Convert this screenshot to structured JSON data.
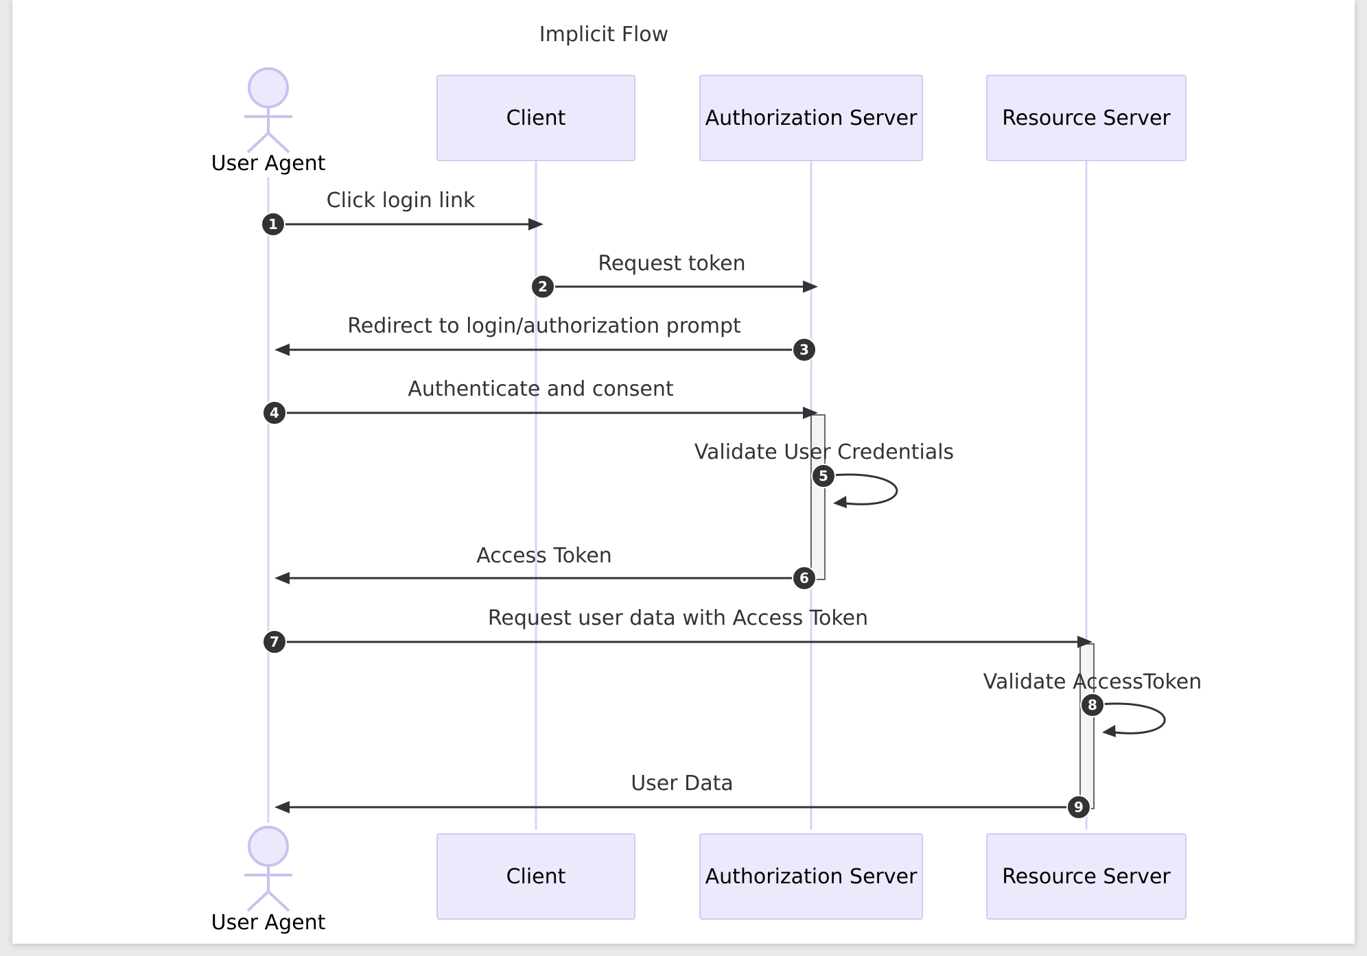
{
  "title": "Implicit Flow",
  "participants": [
    {
      "id": "user_agent",
      "label": "User Agent",
      "kind": "actor"
    },
    {
      "id": "client",
      "label": "Client",
      "kind": "box"
    },
    {
      "id": "authorization_server",
      "label": "Authorization Server",
      "kind": "box"
    },
    {
      "id": "resource_server",
      "label": "Resource Server",
      "kind": "box"
    }
  ],
  "messages": [
    {
      "step": "1",
      "from": "user_agent",
      "to": "client",
      "label": "Click login link"
    },
    {
      "step": "2",
      "from": "client",
      "to": "authorization_server",
      "label": "Request token"
    },
    {
      "step": "3",
      "from": "authorization_server",
      "to": "user_agent",
      "label": "Redirect to login/authorization prompt"
    },
    {
      "step": "4",
      "from": "user_agent",
      "to": "authorization_server",
      "label": "Authenticate and consent"
    },
    {
      "step": "5",
      "from": "authorization_server",
      "to": "authorization_server",
      "label": "Validate User Credentials"
    },
    {
      "step": "6",
      "from": "authorization_server",
      "to": "user_agent",
      "label": "Access Token"
    },
    {
      "step": "7",
      "from": "user_agent",
      "to": "resource_server",
      "label": "Request user data with Access Token"
    },
    {
      "step": "8",
      "from": "resource_server",
      "to": "resource_server",
      "label": "Validate AccessToken"
    },
    {
      "step": "9",
      "from": "resource_server",
      "to": "user_agent",
      "label": "User Data"
    }
  ],
  "colors": {
    "participant_fill": "#eaeafc",
    "participant_stroke": "#cccdf0",
    "lifeline": "#d8d3f3",
    "arrow": "#333333",
    "step_badge": "#333333"
  }
}
